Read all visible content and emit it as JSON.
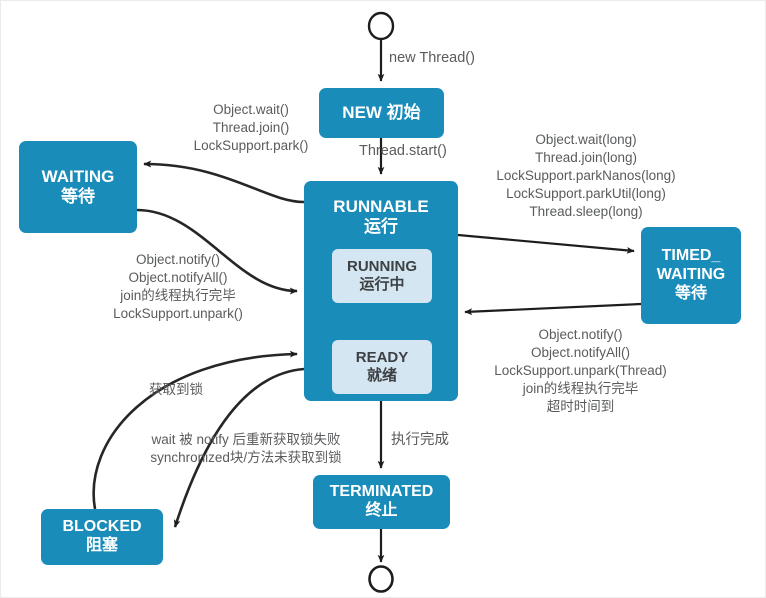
{
  "diagram": {
    "title": "Java Thread State Transition Diagram",
    "colors": {
      "state_fill": "#1a8cba",
      "state_text": "#ffffff",
      "inner_fill": "#d4e6f1",
      "inner_text": "#3d4144",
      "arrow": "#1d1d1d",
      "inner_arrow": "#f5ef3f",
      "label_text": "#595b5d",
      "frame": "#ebebeb"
    },
    "nodes": {
      "start": {
        "kind": "start-circle"
      },
      "end": {
        "kind": "end-circle"
      },
      "new": {
        "en": "NEW 初始",
        "cn": ""
      },
      "runnable": {
        "en": "RUNNABLE",
        "cn": "运行"
      },
      "running": {
        "en": "RUNNING",
        "cn": "运行中"
      },
      "ready": {
        "en": "READY",
        "cn": "就绪"
      },
      "waiting": {
        "en": "WAITING",
        "cn": "等待"
      },
      "timed_waiting": {
        "en": "TIMED_",
        "en2": "WAITING",
        "cn": "等待"
      },
      "blocked": {
        "en": "BLOCKED",
        "cn": "阻塞"
      },
      "terminated": {
        "en": "TERMINATED",
        "cn": "终止"
      }
    },
    "labels": {
      "new_thread": "new Thread()",
      "thread_start": "Thread.start()",
      "to_waiting": "Object.wait()\nThread.join()\nLockSupport.park()",
      "from_waiting": "Object.notify()\nObject.notifyAll()\njoin的线程执行完毕\nLockSupport.unpark()",
      "to_timed_waiting": "Object.wait(long)\nThread.join(long)\nLockSupport.parkNanos(long)\nLockSupport.parkUtil(long)\nThread.sleep(long)",
      "from_timed_waiting": "Object.notify()\nObject.notifyAll()\nLockSupport.unpark(Thread)\njoin的线程执行完毕\n超时时间到",
      "from_blocked": "获取到锁",
      "to_blocked": "wait 被 notify 后重新获取锁失败\nsynchronized块/方法未获取到锁",
      "to_terminated": "执行完成"
    }
  }
}
